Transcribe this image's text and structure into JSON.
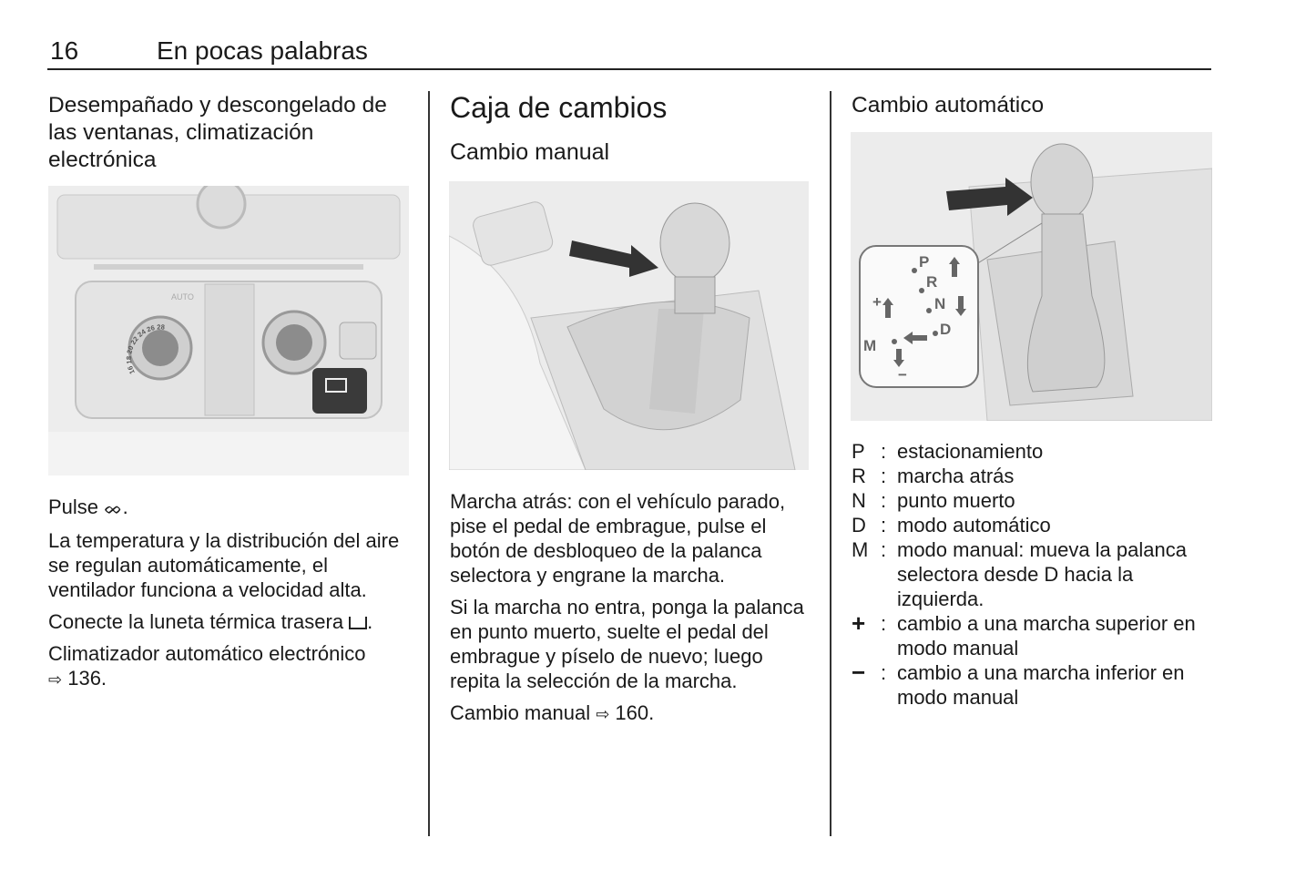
{
  "header": {
    "page_number": "16",
    "title": "En pocas palabras"
  },
  "col1": {
    "heading": "Desempañado y descongelado de las ventanas, climatización electrónica",
    "p1_prefix": "Pulse ",
    "p1_icon": "windshield-defrost-icon",
    "p1_icon_glyph": "⚞",
    "p1_suffix": ".",
    "p2": "La temperatura y la distribución del aire se regulan automáticamente, el ventilador funciona a velocidad alta.",
    "p3_prefix": "Conecte la luneta térmica trasera ",
    "p3_icon": "rear-window-heat-icon",
    "p3_suffix": ".",
    "p4": "Climatizador automático electrónico",
    "p4_ref": "136.",
    "figure_labels": {
      "auto": "AUTO",
      "dial_scale": "16 18 20 22 24 26 28"
    }
  },
  "col2": {
    "heading": "Caja de cambios",
    "subheading": "Cambio manual",
    "p1": "Marcha atrás: con el vehículo parado, pise el pedal de embrague, pulse el botón de desbloqueo de la palanca selectora y engrane la marcha.",
    "p2": "Si la marcha no entra, ponga la palanca en punto muerto, suelte el pedal del embrague y píselo de nuevo; luego repita la selección de la marcha.",
    "p3": "Cambio manual",
    "p3_ref": "160."
  },
  "col3": {
    "heading": "Cambio automático",
    "diagram": {
      "P": "P",
      "R": "R",
      "N": "N",
      "D": "D",
      "M": "M",
      "plus": "+",
      "minus": "−"
    },
    "legend": [
      {
        "key": "P",
        "text": "estacionamiento"
      },
      {
        "key": "R",
        "text": "marcha atrás"
      },
      {
        "key": "N",
        "text": "punto muerto"
      },
      {
        "key": "D",
        "text": "modo automático"
      },
      {
        "key": "M",
        "text": "modo manual: mueva la palanca selectora desde D hacia la izquierda."
      },
      {
        "key": "+",
        "text": "cambio a una marcha superior en modo manual"
      },
      {
        "key": "−",
        "text": "cambio a una marcha inferior en modo manual"
      }
    ]
  }
}
